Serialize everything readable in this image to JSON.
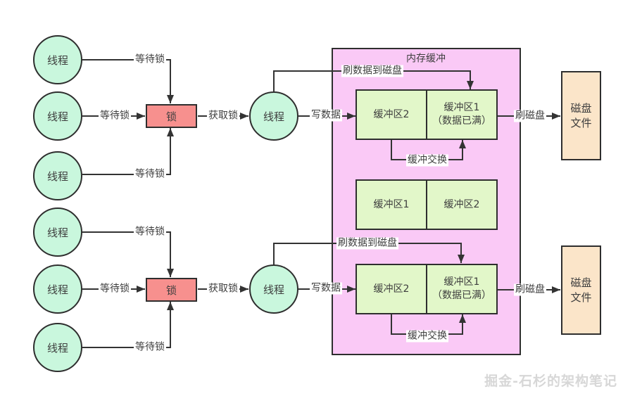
{
  "region_title": "内存缓冲",
  "watermark": "掘金-石杉的架构笔记",
  "nodes": {
    "thread": "线程",
    "lock": "锁",
    "disk_file_line1": "磁盘",
    "disk_file_line2": "文件",
    "buffer1": "缓冲区1",
    "buffer2": "缓冲区2",
    "buffer1_full_line1": "缓冲区1",
    "buffer1_full_line2": "（数据已满）"
  },
  "edge_labels": {
    "wait_lock": "等待锁",
    "acquire_lock": "获取锁",
    "write_data": "写数据",
    "flush_data_to_disk": "刷数据到磁盘",
    "buffer_swap": "缓冲交换",
    "flush_disk": "刷磁盘"
  },
  "colors": {
    "thread_fill": "#c9f7dd",
    "lock_fill": "#f7908e",
    "memory_fill": "#fac9f6",
    "buffer_fill": "#e2f7c9",
    "disk_fill": "#fbe5c9",
    "stroke": "#333333",
    "text": "#3e3e3e",
    "watermark": "#d7d7d7"
  }
}
